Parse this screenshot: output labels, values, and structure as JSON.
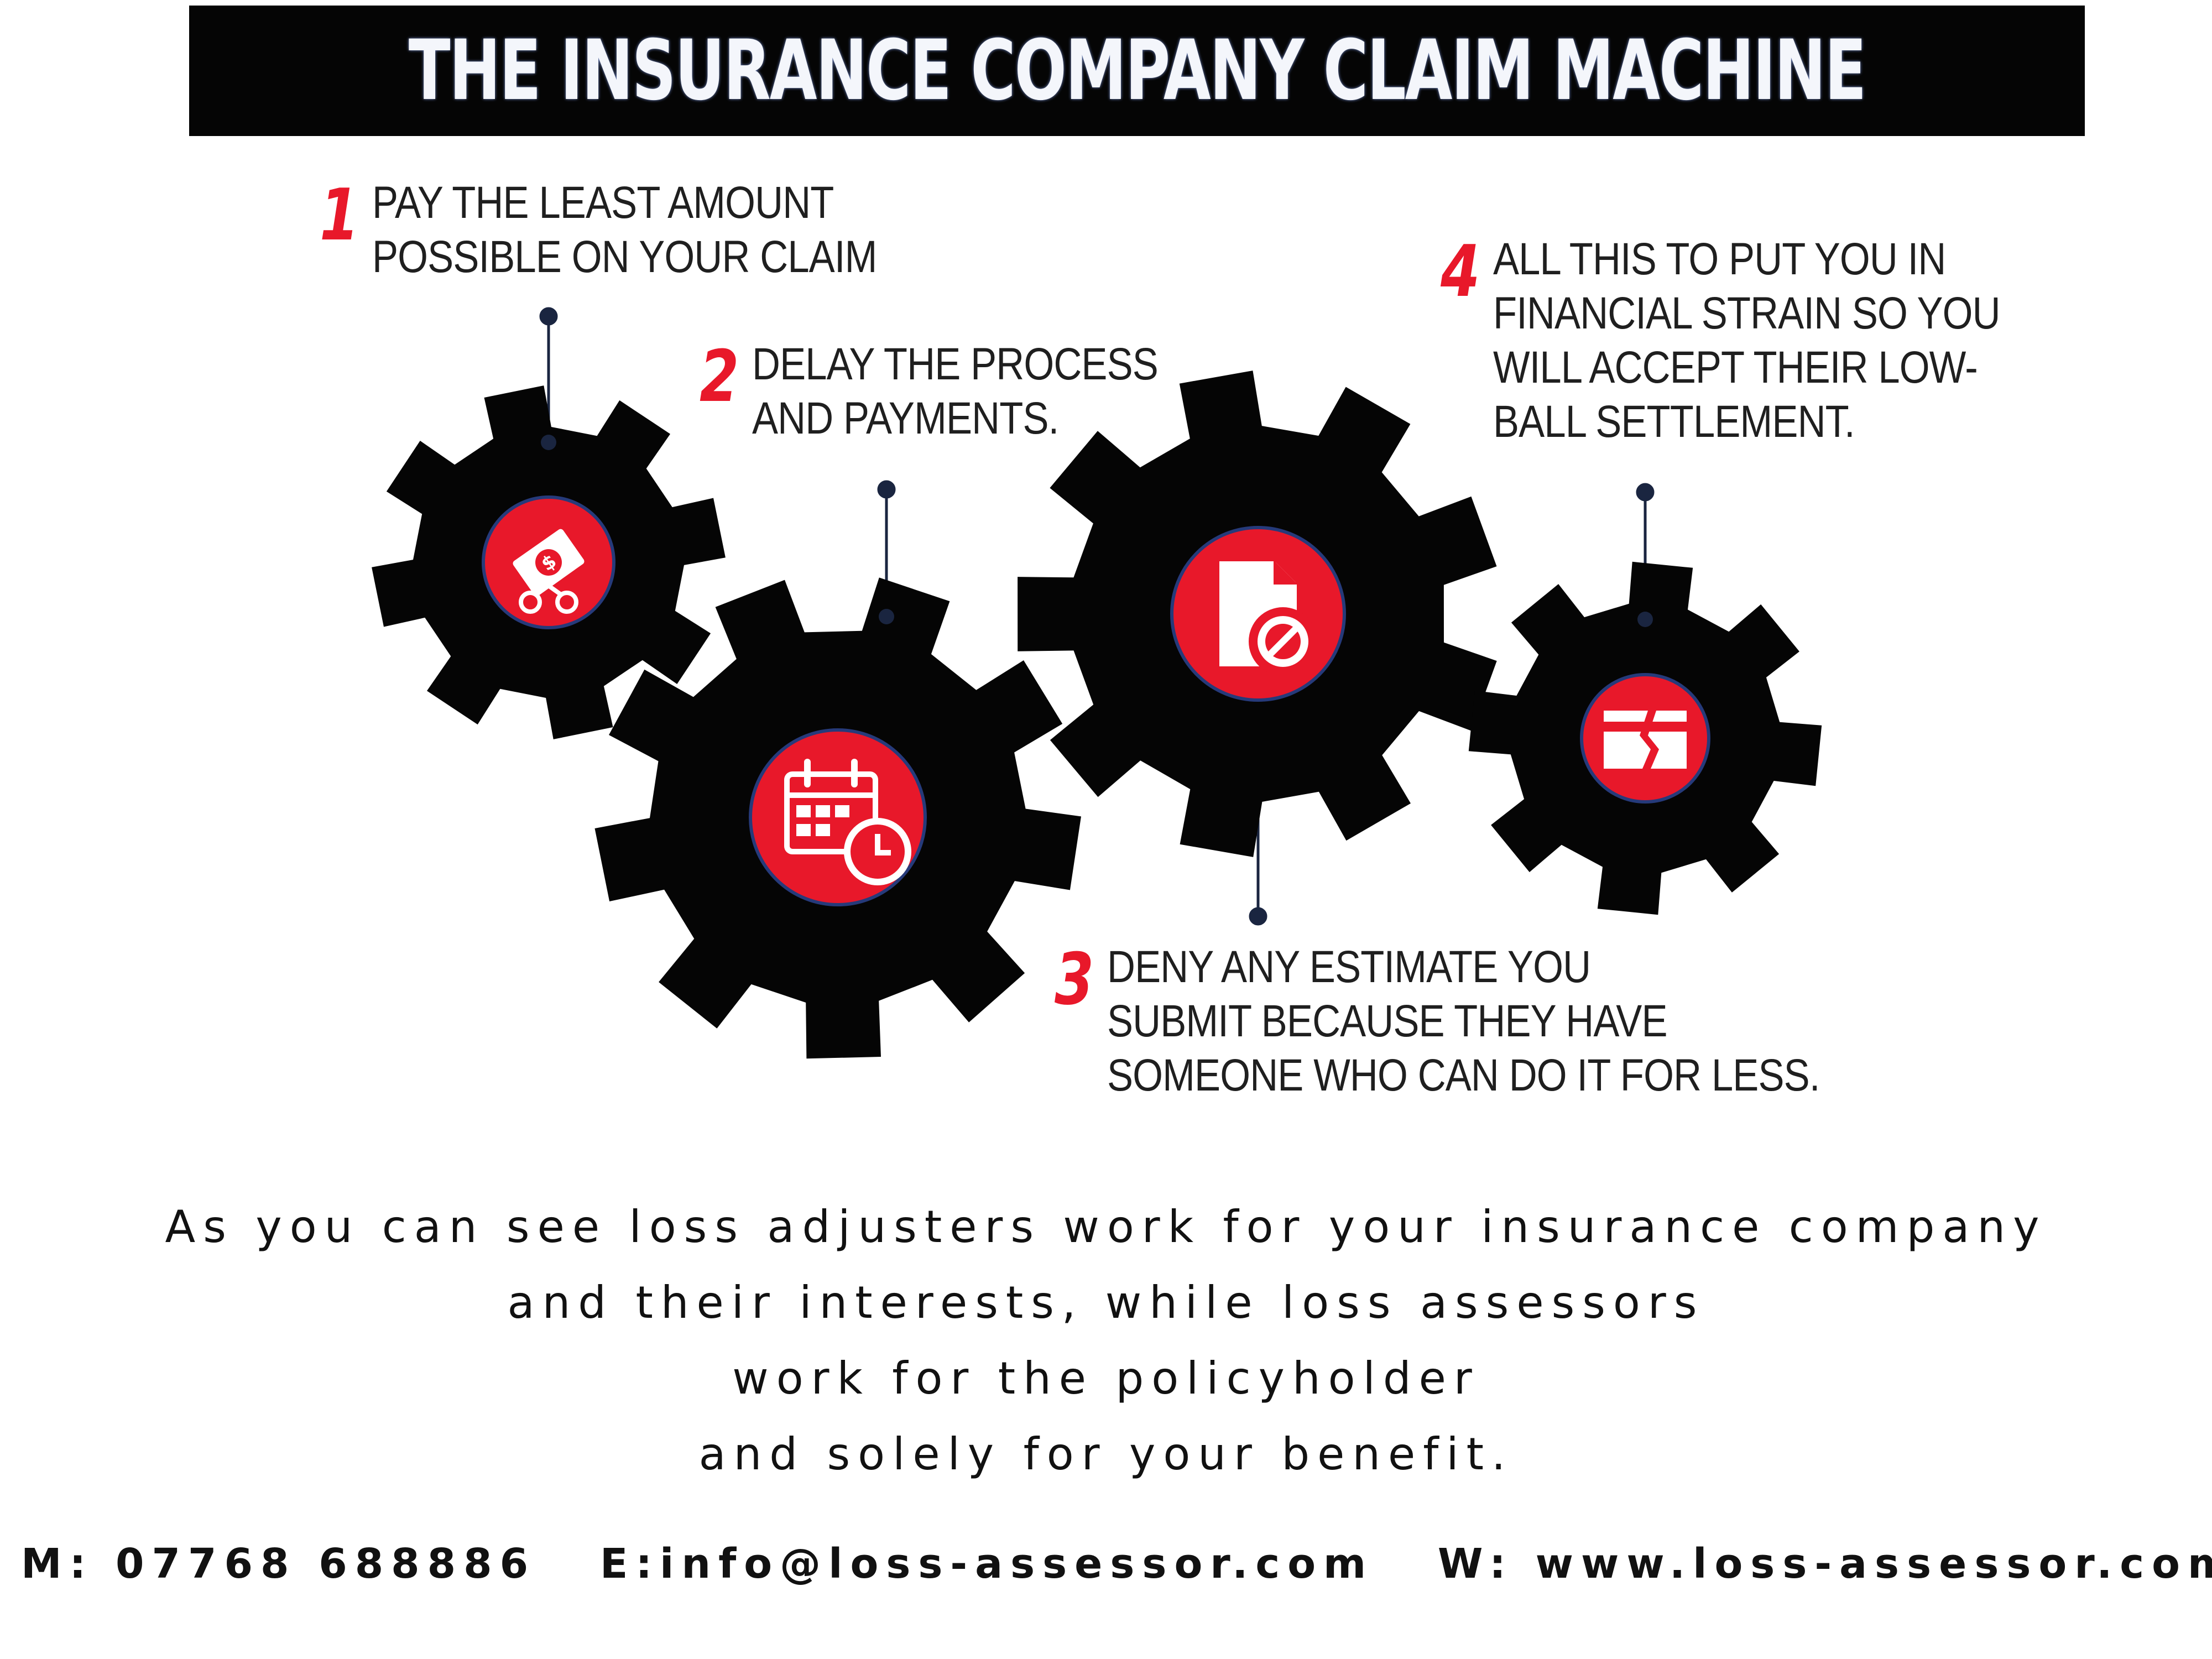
{
  "header": {
    "title": "THE INSURANCE COMPANY CLAIM MACHINE"
  },
  "steps": [
    {
      "number": "1",
      "lines": [
        "PAY THE LEAST AMOUNT",
        "POSSIBLE ON YOUR CLAIM"
      ],
      "icon": "money-scissors-icon"
    },
    {
      "number": "2",
      "lines": [
        "DELAY THE PROCESS",
        "AND PAYMENTS."
      ],
      "icon": "calendar-clock-icon"
    },
    {
      "number": "3",
      "lines": [
        "DENY ANY ESTIMATE YOU",
        "SUBMIT BECAUSE THEY HAVE",
        "SOMEONE WHO CAN DO IT FOR LESS."
      ],
      "icon": "document-denied-icon"
    },
    {
      "number": "4",
      "lines": [
        "ALL THIS TO PUT YOU IN",
        "FINANCIAL STRAIN SO YOU",
        "WILL ACCEPT THEIR LOW-",
        "BALL SETTLEMENT."
      ],
      "icon": "broken-card-icon"
    }
  ],
  "message": {
    "lines": [
      "As you can see loss adjusters work for your insurance company",
      "and their interests, while loss assessors",
      "work for the policyholder",
      "and solely for your benefit."
    ]
  },
  "contact": {
    "phone": "M: 07768 688886",
    "email": "E:info@loss-assessor.com",
    "web": "W: www.loss-assessor.com"
  },
  "colors": {
    "banner": "#050505",
    "accent": "#e8182a",
    "gear": "#050505",
    "text": "#1f1f1f",
    "connector": "#1a2540"
  }
}
